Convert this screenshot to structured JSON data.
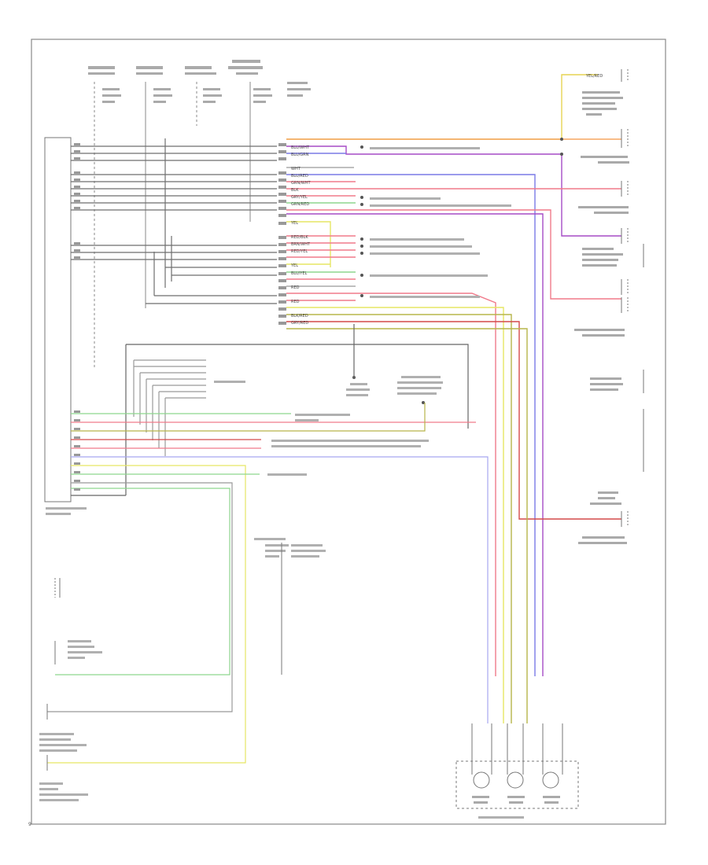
{
  "diagram": {
    "page_number": "9"
  },
  "colors": {
    "frame": "#666666",
    "wire_dark": "#555555",
    "orange": "#f5a561",
    "blue": "#7a7ae6",
    "red": "#f07a8a",
    "violet": "#a64cc6",
    "yellow": "#e6e664",
    "green": "#8ed68e",
    "olive": "#b7b54a",
    "grey": "#999999",
    "dark_red": "#d44a4a",
    "light_blue": "#a6a6f0"
  },
  "wire_tags": [
    {
      "id": "t1",
      "text": "YEL/RED"
    },
    {
      "id": "t2",
      "text": "BLU/WHT"
    },
    {
      "id": "t3",
      "text": "BLU/GRN"
    },
    {
      "id": "t4",
      "text": "WHT"
    },
    {
      "id": "t5",
      "text": "BLU/RED"
    },
    {
      "id": "t6",
      "text": "GRN/WHT"
    },
    {
      "id": "t7",
      "text": "BLK"
    },
    {
      "id": "t8",
      "text": "GRY/YEL"
    },
    {
      "id": "t9",
      "text": "GRN/RED"
    },
    {
      "id": "t10",
      "text": "YEL"
    },
    {
      "id": "t11",
      "text": "RED/BLK"
    },
    {
      "id": "t12",
      "text": "BRN/WHT"
    },
    {
      "id": "t13",
      "text": "RED/YEL"
    },
    {
      "id": "t14",
      "text": "YEL"
    },
    {
      "id": "t15",
      "text": "BLU/YEL"
    },
    {
      "id": "t16",
      "text": "RED"
    },
    {
      "id": "t17",
      "text": "RED"
    },
    {
      "id": "t18",
      "text": "BLK/RED"
    },
    {
      "id": "t19",
      "text": "GRY/RED"
    }
  ]
}
